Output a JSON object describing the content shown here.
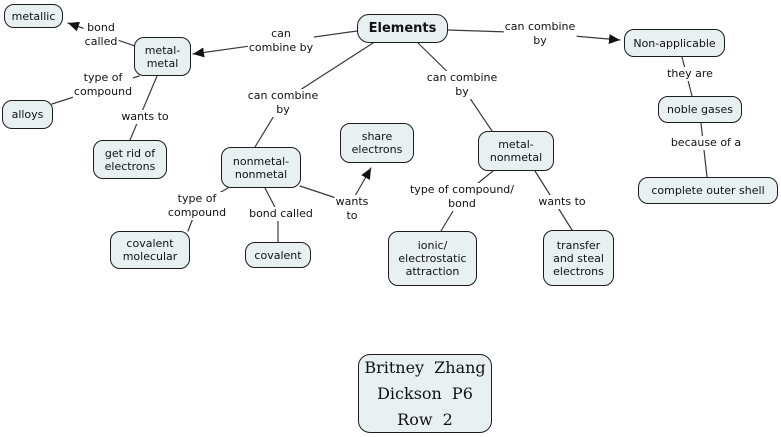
{
  "title": "Elements",
  "colors": {
    "node_fill": "#e8f0f2",
    "node_border": "#1c1c1c",
    "line": "#3a3a3a",
    "arrow": "#111111",
    "text": "#111111",
    "background": "#ffffff"
  },
  "nodes": [
    {
      "id": "metallic",
      "label": "metallic"
    },
    {
      "id": "elements",
      "label": "Elements"
    },
    {
      "id": "non-applicable",
      "label": "Non-applicable"
    },
    {
      "id": "metal-metal",
      "label": "metal-\nmetal"
    },
    {
      "id": "alloys",
      "label": "alloys"
    },
    {
      "id": "noble-gases",
      "label": "noble gases"
    },
    {
      "id": "get-rid-of-electrons",
      "label": "get rid of\nelectrons"
    },
    {
      "id": "nonmetal-nonmetal",
      "label": "nonmetal-\nnonmetal"
    },
    {
      "id": "share-electrons",
      "label": "share\nelectrons"
    },
    {
      "id": "metal-nonmetal",
      "label": "metal-\nnonmetal"
    },
    {
      "id": "complete-outer-shell",
      "label": "complete outer shell"
    },
    {
      "id": "covalent-molecular",
      "label": "covalent\nmolecular"
    },
    {
      "id": "covalent",
      "label": "covalent"
    },
    {
      "id": "ionic-electrostatic-attraction",
      "label": "ionic/\nelectrostatic\nattraction"
    },
    {
      "id": "transfer-and-steal-electrons",
      "label": "transfer\nand steal\nelectrons"
    },
    {
      "id": "author-box",
      "label": "Britney Zhang\nDickson P6\nRow 2"
    }
  ],
  "labels": [
    {
      "id": "bond-called-1",
      "text": "bond\ncalled"
    },
    {
      "id": "type-of-compound-1",
      "text": "type of\ncompound"
    },
    {
      "id": "wants-to-1",
      "text": "wants to"
    },
    {
      "id": "can-combine-by-1",
      "text": "can\ncombine by"
    },
    {
      "id": "can-combine-by-2",
      "text": "can combine\nby"
    },
    {
      "id": "can-combine-by-3",
      "text": "can combine\nby"
    },
    {
      "id": "can-combine-by-4",
      "text": "can combine\nby"
    },
    {
      "id": "they-are",
      "text": "they are"
    },
    {
      "id": "because-of-a",
      "text": "because of a"
    },
    {
      "id": "type-of-compound-2",
      "text": "type of\ncompound"
    },
    {
      "id": "bond-called-2",
      "text": "bond called"
    },
    {
      "id": "wants-to-2",
      "text": "wants\nto"
    },
    {
      "id": "type-of-compound-bond",
      "text": "type of compound/\nbond"
    },
    {
      "id": "wants-to-3",
      "text": "wants to"
    }
  ],
  "edges": [
    {
      "from": "Elements",
      "label": "can combine by",
      "to": "metal-metal",
      "arrow": true
    },
    {
      "from": "metal-metal",
      "label": "bond called",
      "to": "metallic",
      "arrow": true
    },
    {
      "from": "metal-metal",
      "label": "type of compound",
      "to": "alloys",
      "arrow": false
    },
    {
      "from": "metal-metal",
      "label": "wants to",
      "to": "get rid of electrons",
      "arrow": false
    },
    {
      "from": "Elements",
      "label": "can combine by",
      "to": "nonmetal-nonmetal",
      "arrow": false
    },
    {
      "from": "Elements",
      "label": "can combine by",
      "to": "metal-nonmetal",
      "arrow": false
    },
    {
      "from": "Elements",
      "label": "can combine by",
      "to": "Non-applicable",
      "arrow": true
    },
    {
      "from": "Non-applicable",
      "label": "they are",
      "to": "noble gases",
      "arrow": false
    },
    {
      "from": "noble gases",
      "label": "because of a",
      "to": "complete outer shell",
      "arrow": false
    },
    {
      "from": "nonmetal-nonmetal",
      "label": "type of compound",
      "to": "covalent molecular",
      "arrow": false
    },
    {
      "from": "nonmetal-nonmetal",
      "label": "bond called",
      "to": "covalent",
      "arrow": false
    },
    {
      "from": "nonmetal-nonmetal",
      "label": "wants to",
      "to": "share electrons",
      "arrow": true
    },
    {
      "from": "metal-nonmetal",
      "label": "type of compound/ bond",
      "to": "ionic/ electrostatic attraction",
      "arrow": false
    },
    {
      "from": "metal-nonmetal",
      "label": "wants to",
      "to": "transfer and steal electrons",
      "arrow": false
    }
  ]
}
